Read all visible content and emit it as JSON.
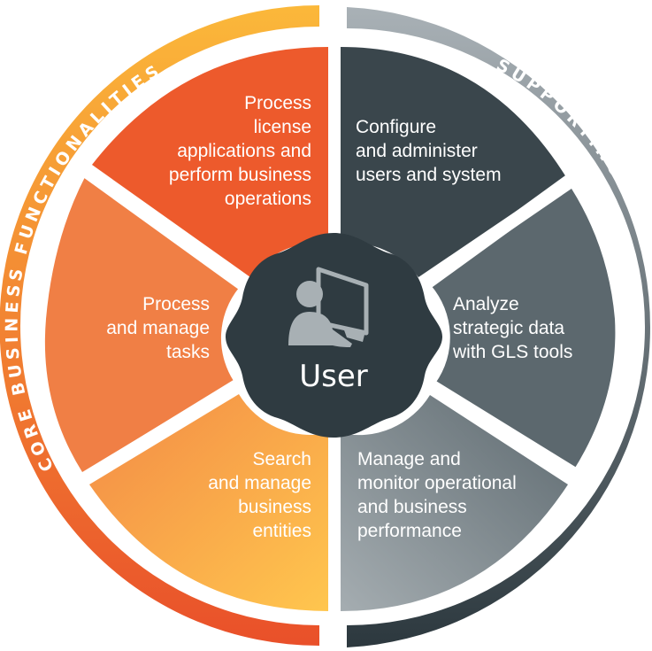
{
  "ring": {
    "left_label": "CORE BUSINESS FUNCTIONALITIES",
    "right_label": "SUPPORTING FUNCTIONALITIES"
  },
  "center": {
    "label": "User",
    "icon": "user-at-computer-icon"
  },
  "segments": {
    "core": [
      {
        "lines": [
          "Process",
          "license",
          "applications and",
          "perform business",
          "operations"
        ]
      },
      {
        "lines": [
          "Process",
          "and manage",
          "tasks"
        ]
      },
      {
        "lines": [
          "Search",
          "and manage",
          "business",
          "entities"
        ]
      }
    ],
    "supporting": [
      {
        "lines": [
          "Configure",
          "and administer",
          "users and system"
        ]
      },
      {
        "lines": [
          "Analyze",
          "strategic data",
          "with GLS tools"
        ]
      },
      {
        "lines": [
          "Manage and",
          "monitor operational",
          "and business",
          "performance"
        ]
      }
    ]
  },
  "colors": {
    "core_ring_top": "#fbb83a",
    "core_ring_bottom": "#e9502a",
    "support_ring_top": "#a9b1b6",
    "support_ring_bottom": "#2c383e",
    "core_segment_1": "#ed5a2c",
    "core_segment_2": "#f07f45",
    "core_segment_3": "#f59a4a",
    "support_segment_1": "#3a464c",
    "support_segment_2": "#5c686e",
    "support_segment_3": "#7d878c",
    "center": "#2f3b41",
    "user_icon": "#a8b0b4"
  }
}
